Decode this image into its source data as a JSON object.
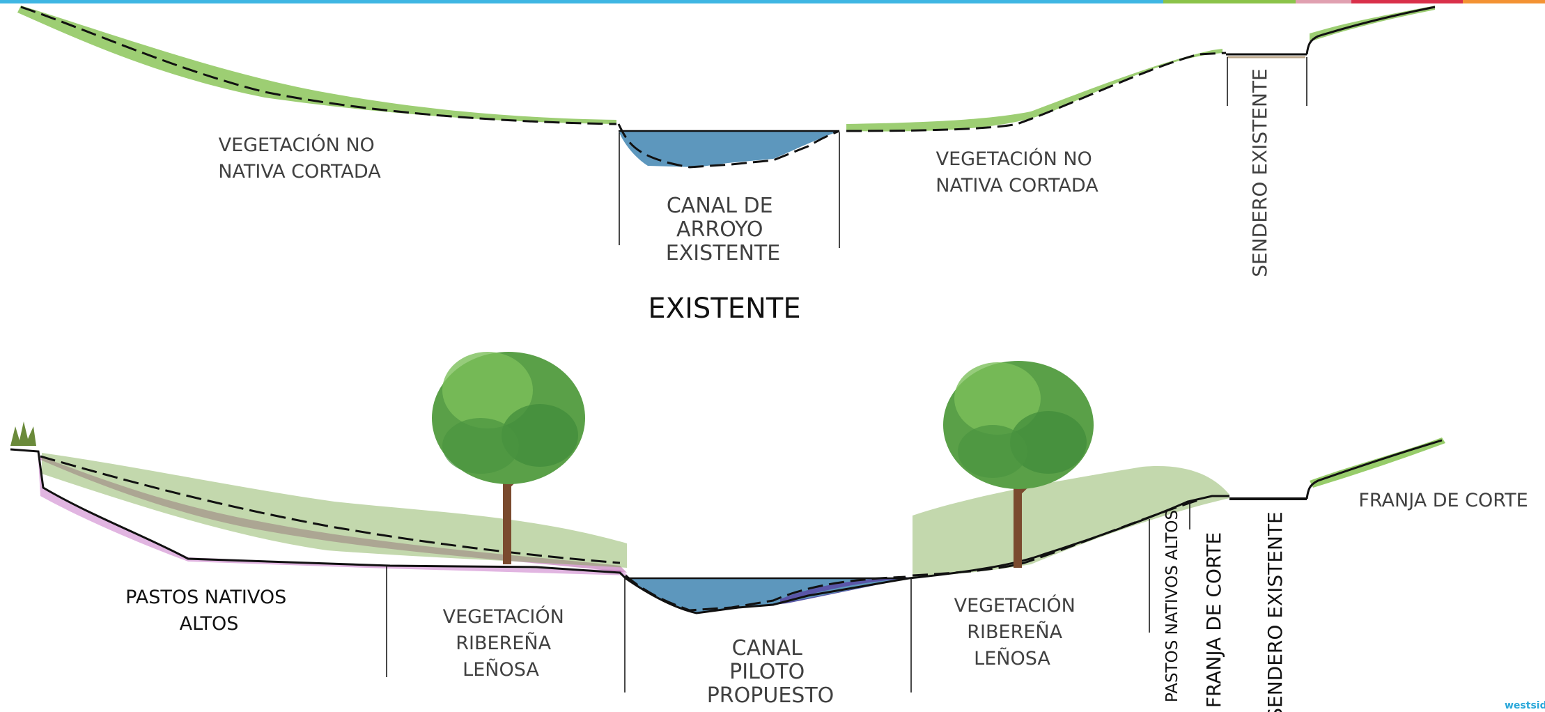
{
  "colors": {
    "water": "#5d97bd",
    "pilot_fill": "#5a56a8",
    "native_grass": "#c878c8",
    "grass": "#7fbf4a",
    "tree_canopy": "#5aa048",
    "trunk": "#7a4a2e",
    "top_band": [
      "#5bc3e8",
      "#2aa7d9",
      "#8bc34a",
      "#e84e6a",
      "#f39233"
    ]
  },
  "existing": {
    "title": "EXISTENTE",
    "left_label": [
      "VEGETACIÓN NO",
      "NATIVA CORTADA"
    ],
    "channel_label": [
      "CANAL DE",
      "ARROYO",
      "EXISTENTE"
    ],
    "right_label": [
      "VEGETACIÓN NO",
      "NATIVA CORTADA"
    ],
    "trail_label": "SENDERO EXISTENTE"
  },
  "proposed": {
    "native_grass_label": [
      "PASTOS NATIVOS",
      "ALTOS"
    ],
    "riparian_left_label": [
      "VEGETACIÓN",
      "RIBEREÑA",
      "LEÑOSA"
    ],
    "pilot_label": [
      "CANAL",
      "PILOTO",
      "PROPUESTO"
    ],
    "riparian_right_label": [
      "VEGETACIÓN",
      "RIBEREÑA",
      "LEÑOSA"
    ],
    "native_grass_vertical": "PASTOS NATIVOS ALTOS",
    "cut_strip_vertical": "FRANJA DE CORTE",
    "trail_vertical": "SENDERO EXISTENTE",
    "cut_strip_label": "FRANJA DE CORTE"
  },
  "logo_text": "westside",
  "icons": [
    "tree-icon",
    "grass-icon"
  ]
}
